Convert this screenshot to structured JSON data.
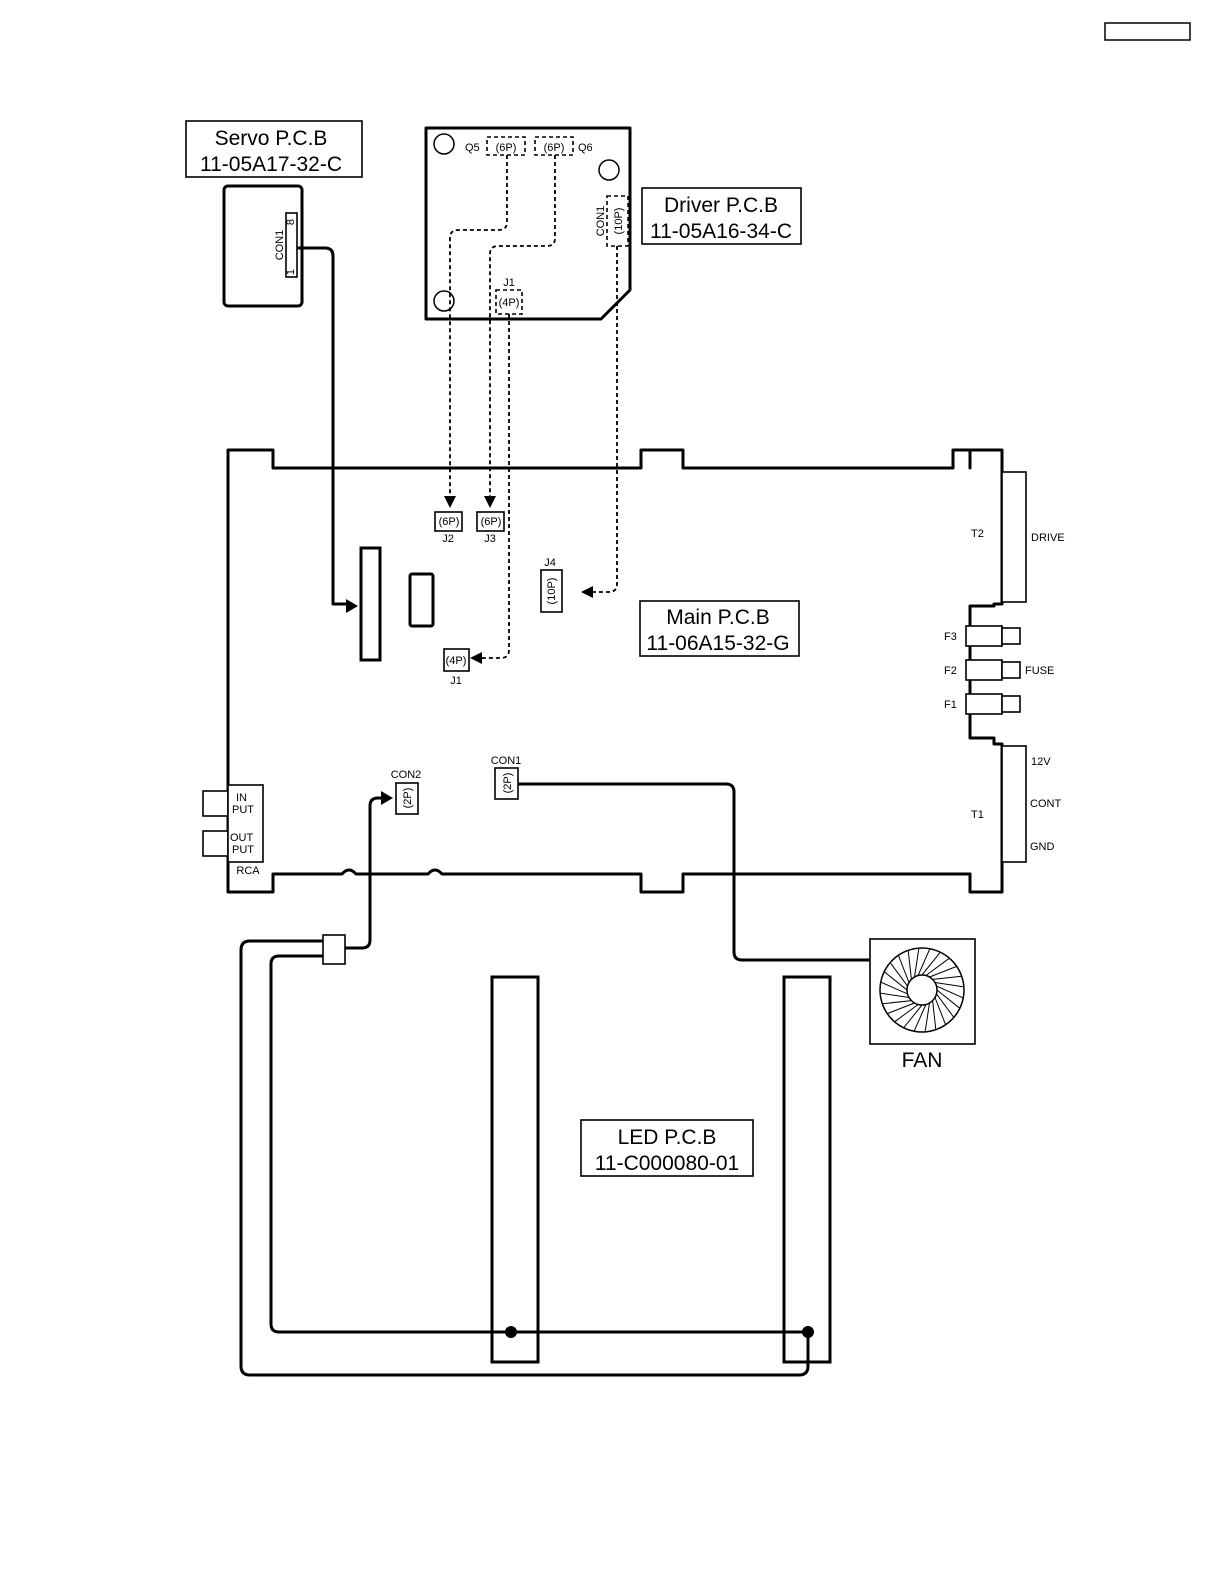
{
  "boards": {
    "servo": {
      "name": "Servo  P.C.B",
      "code": "11-05A17-32-C"
    },
    "driver": {
      "name": "Driver  P.C.B",
      "code": "11-05A16-34-C"
    },
    "main": {
      "name": "Main  P.C.B",
      "code": "11-06A15-32-G"
    },
    "led": {
      "name": "LED  P.C.B",
      "code": "11-C000080-01"
    }
  },
  "servo_con": {
    "name": "CON1",
    "pin_start": "1",
    "pin_end": "8"
  },
  "driver_connectors": {
    "q5": "Q5",
    "q6": "Q6",
    "p6a": "(6P)",
    "p6b": "(6P)",
    "con1": "CON1",
    "con1_pins": "(10P)",
    "j1": "J1",
    "j1_pins": "(4P)"
  },
  "main_connectors": {
    "j2": "J2",
    "j2_pins": "(6P)",
    "j3": "J3",
    "j3_pins": "(6P)",
    "j4": "J4",
    "j4_pins": "(10P)",
    "j1": "J1",
    "j1_pins": "(4P)",
    "con2": "CON2",
    "con2_pins": "(2P)",
    "con1": "CON1",
    "con1_pins": "(2P)"
  },
  "terminals": {
    "t2": "T2",
    "drive": "DRIVE",
    "f3": "F3",
    "f2": "F2",
    "f1": "F1",
    "fuse": "FUSE",
    "t1": "T1",
    "v12": "12V",
    "cont": "CONT",
    "gnd": "GND"
  },
  "rca": {
    "input_1": "IN",
    "input_2": "PUT",
    "output_1": "OUT",
    "output_2": "PUT",
    "label": "RCA"
  },
  "fan": {
    "label": "FAN"
  }
}
